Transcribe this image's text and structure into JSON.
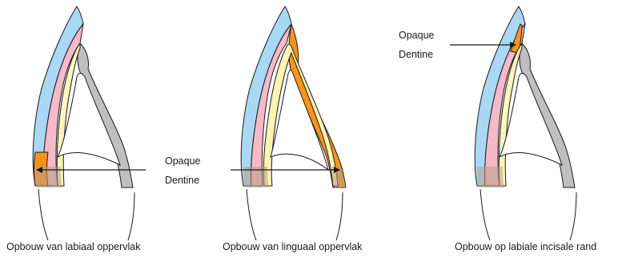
{
  "panels": [
    {
      "caption": "Opbouw van labiaal oppervlak"
    },
    {
      "caption": "Opbouw van linguaal oppervlak"
    },
    {
      "caption": "Opbouw op labiale incisale rand"
    }
  ],
  "annotations": {
    "panel1_label_line1": "Opaque",
    "panel1_label_line2": "Dentine",
    "panel3_label_line1": "Opaque",
    "panel3_label_line2": "Dentine"
  },
  "colors": {
    "enamel": "#a9d8f5",
    "dentine_pink": "#f5b9c7",
    "opaque_dentine": "#f7941d",
    "pale_yellow": "#fdf3b3",
    "core_grey": "#bfbfbf",
    "cervical_brown": "#b89a86",
    "outline": "#1a1a1a"
  }
}
